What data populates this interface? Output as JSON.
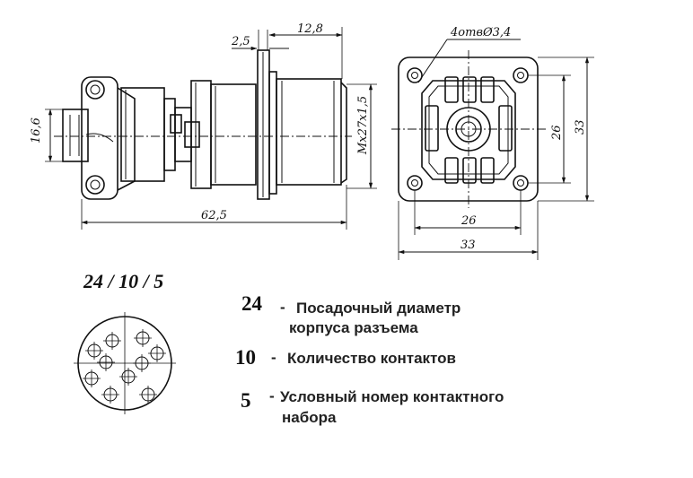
{
  "side_view": {
    "dim_flange": "2,5",
    "dim_length_front": "12,8",
    "dim_thread": "Мх27х1,5",
    "dim_height": "16,6",
    "dim_total": "62,5"
  },
  "front_view": {
    "holes_label": "4отвØ3,4",
    "dim_inner_h": "26",
    "dim_outer_h": "33",
    "dim_inner_w": "26",
    "dim_outer_w": "33"
  },
  "code": "24 / 10 / 5",
  "legend": [
    {
      "num": "24",
      "dash": "-",
      "line1": "Посадочный диаметр",
      "line2": "корпуса разъема"
    },
    {
      "num": "10",
      "dash": "-",
      "line1": "Количество контактов",
      "line2": ""
    },
    {
      "num": "5",
      "dash": "-",
      "line1": "Условный номер контактного",
      "line2": "набора"
    }
  ],
  "pinout": {
    "contact_count": 10
  }
}
